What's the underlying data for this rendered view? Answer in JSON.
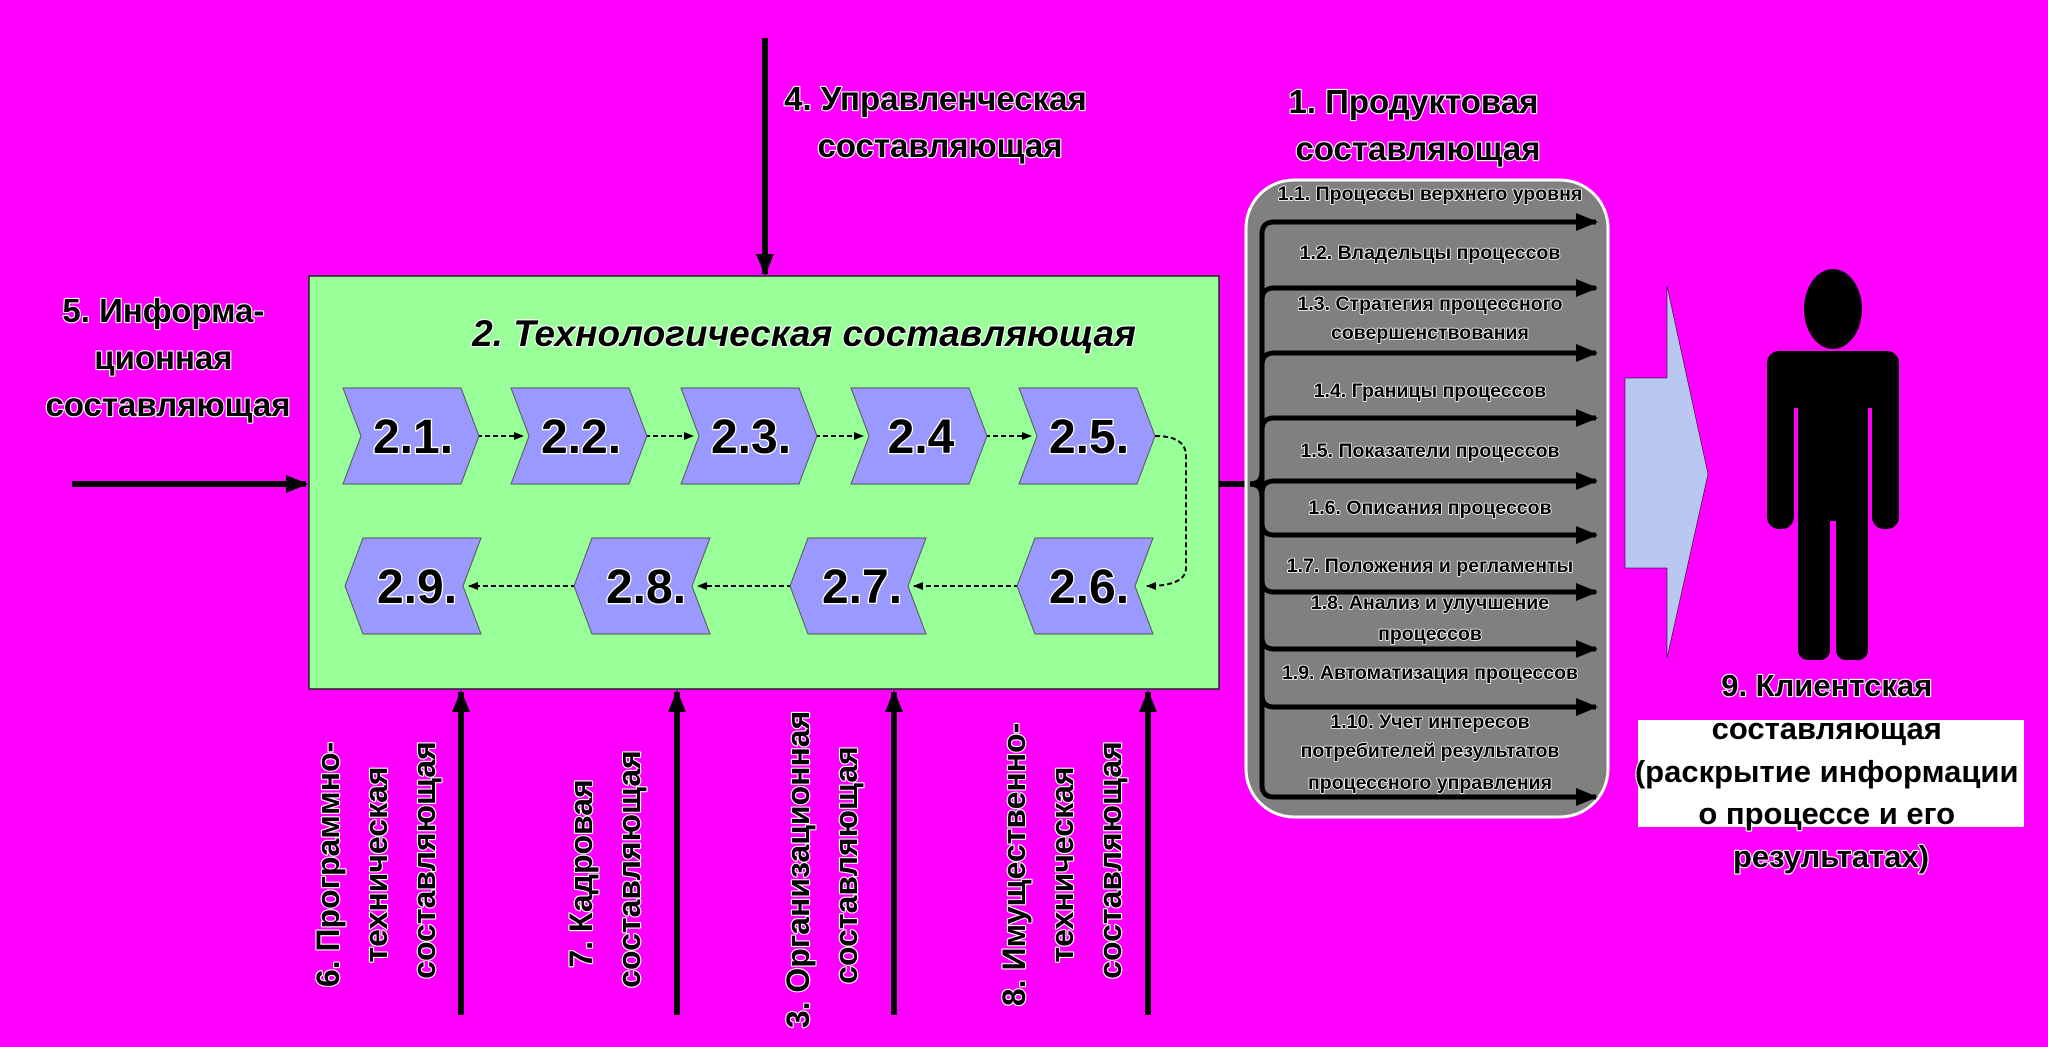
{
  "colors": {
    "background": "#ff00ff",
    "technology_box": "#99ff99",
    "step_fill": "#9999ff",
    "product_panel": "#808080",
    "client_arrow": "#b8c8f0",
    "person": "#000000"
  },
  "product": {
    "title_lines": [
      "1. Продуктовая",
      "составляющая"
    ],
    "items": [
      [
        "1.1. Процессы верхнего уровня"
      ],
      [
        "1.2. Владельцы процессов"
      ],
      [
        "1.3. Стратегия процессного",
        "совершенствования"
      ],
      [
        "1.4. Границы процессов"
      ],
      [
        "1.5. Показатели процессов"
      ],
      [
        "1.6. Описания процессов"
      ],
      [
        "1.7. Положения и регламенты"
      ],
      [
        "1.8. Анализ и улучшение",
        "процессов"
      ],
      [
        "1.9. Автоматизация процессов"
      ],
      [
        "1.10. Учет интересов",
        "потребителей результатов",
        "процессного управления"
      ]
    ]
  },
  "technology": {
    "title": "2. Технологическая составляющая",
    "steps": [
      "2.1.",
      "2.2.",
      "2.3.",
      "2.4",
      "2.5.",
      "2.6.",
      "2.7.",
      "2.8.",
      "2.9."
    ]
  },
  "management": {
    "lines": [
      "4. Управленческая",
      "составляющая"
    ]
  },
  "information": {
    "lines": [
      "5. Информа-",
      "ционная",
      "составляющая"
    ]
  },
  "bottom_inputs": [
    {
      "lines": [
        "6. Программно-",
        "техническая",
        "составляющая"
      ]
    },
    {
      "lines": [
        "7. Кадровая",
        "составляющая"
      ]
    },
    {
      "lines": [
        "3. Организационная",
        "составляющая"
      ]
    },
    {
      "lines": [
        "8. Имущественно-",
        "техническая",
        "составляющая"
      ]
    }
  ],
  "client": {
    "lines": [
      "9. Клиентская",
      "составляющая",
      "(раскрытие информации",
      "о процессе и его",
      "результатах)"
    ]
  }
}
